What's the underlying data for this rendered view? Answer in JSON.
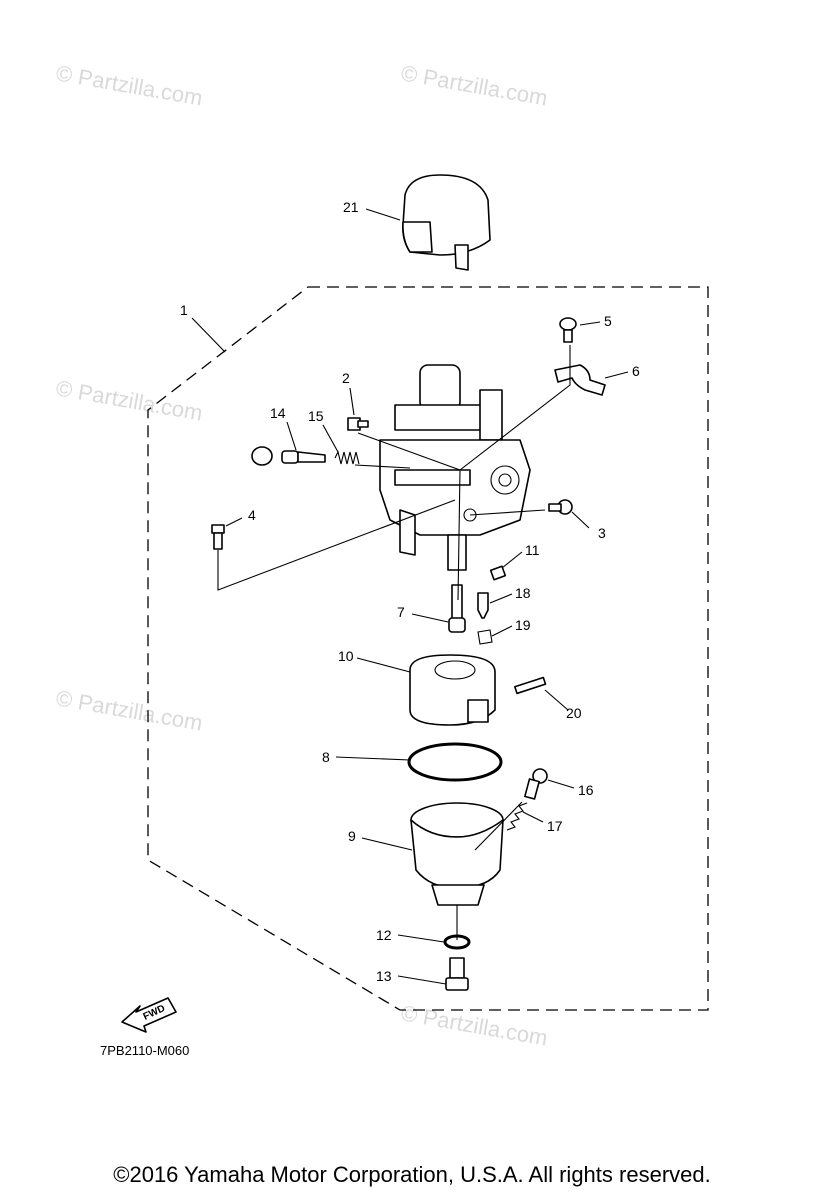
{
  "diagram": {
    "drawing_code": "7PB2110-M060",
    "fwd_label": "FWD",
    "copyright": "©2016  Yamaha Motor Corporation, U.S.A. All rights reserved.",
    "watermark": "© Partzilla.com",
    "callouts": {
      "c1": "1",
      "c2": "2",
      "c3": "3",
      "c4": "4",
      "c5": "5",
      "c6": "6",
      "c7": "7",
      "c8": "8",
      "c9": "9",
      "c10": "10",
      "c11": "11",
      "c12": "12",
      "c13": "13",
      "c14": "14",
      "c15": "15",
      "c16": "16",
      "c17": "17",
      "c18": "18",
      "c19": "19",
      "c20": "20",
      "c21": "21"
    }
  }
}
